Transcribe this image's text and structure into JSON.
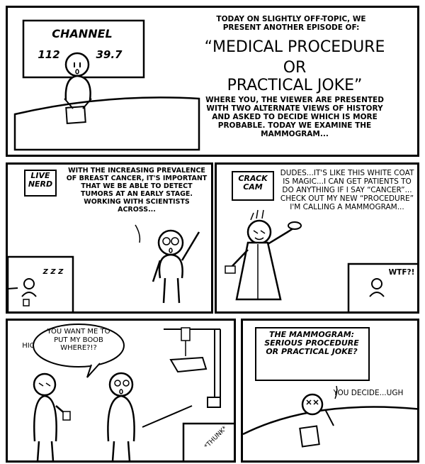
{
  "panel1": {
    "sign_title": "CHANNEL",
    "sign_left": "112",
    "sign_right": "39.7",
    "intro": "TODAY ON SLIGHTLY OFF-TOPIC, WE PRESENT ANOTHER EPISODE OF:",
    "show_title_line1": "“MEDICAL PROCEDURE",
    "show_title_line2": "OR",
    "show_title_line3": "PRACTICAL JOKE”",
    "outro": "WHERE YOU, THE VIEWER ARE PRESENTED WITH TWO ALTERNATE VIEWS OF HISTORY AND ASKED TO DECIDE WHICH IS MORE PROBABLE.  TODAY WE EXAMINE THE MAMMOGRAM..."
  },
  "panel2": {
    "badge": "LIVE NERD",
    "narration": "WITH THE INCREASING PREVALENCE OF BREAST CANCER, IT'S IMPORTANT THAT WE BE ABLE TO DETECT TUMORS AT AN EARLY STAGE. WORKING WITH SCIENTISTS ACROSS...",
    "snore": "z Z Z"
  },
  "panel3": {
    "badge": "CRACK CAM",
    "speech": "DUDES...IT'S LIKE THIS WHITE COAT IS MAGIC...I CAN GET PATIENTS TO DO ANYTHING IF I SAY “CANCER”... CHECK OUT MY NEW “PROCEDURE” I'M CALLING A MAMMOGRAM...",
    "inset_reaction": "WTF?!"
  },
  "panel4": {
    "hic": "HIC",
    "speech": "YOU WANT ME TO PUT MY BOOB WHERE?!?",
    "thunk": "*THUNK*"
  },
  "panel5": {
    "title": "THE MAMMOGRAM: SERIOUS PROCEDURE OR PRACTICAL JOKE?",
    "speech": "YOU DECIDE...UGH"
  }
}
